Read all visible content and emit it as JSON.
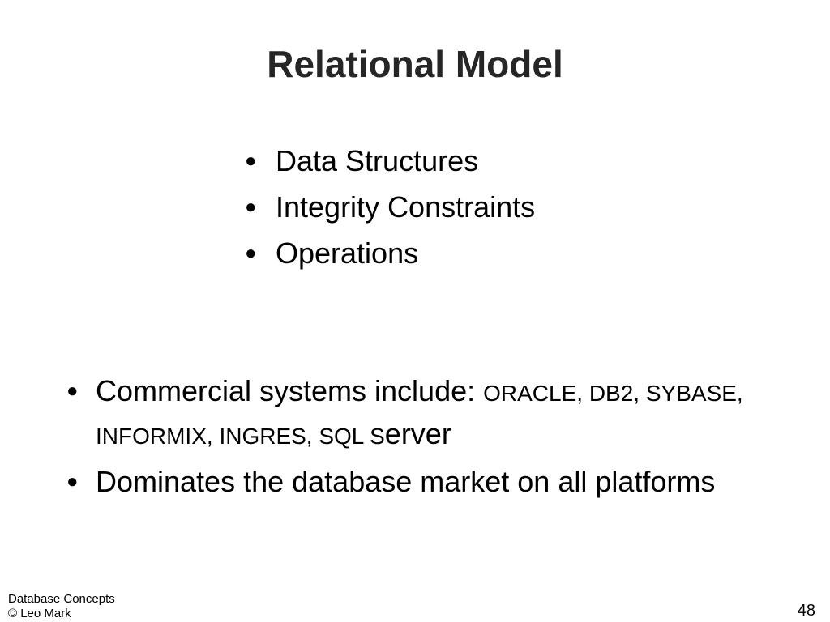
{
  "slide": {
    "title": "Relational Model",
    "top_bullets": [
      "Data Structures",
      "Integrity Constraints",
      "Operations"
    ],
    "bottom_bullets": [
      {
        "prefix": "Commercial systems include: ",
        "systems": "ORACLE, DB2, SYBASE, INFORMIX, INGRES, SQL S",
        "suffix": "erver"
      },
      {
        "text": "Dominates the database market on all platforms"
      }
    ],
    "bullet_glyph": "●",
    "footer": {
      "line1": "Database Concepts",
      "line2": "© Leo Mark",
      "page_number": "48"
    }
  }
}
